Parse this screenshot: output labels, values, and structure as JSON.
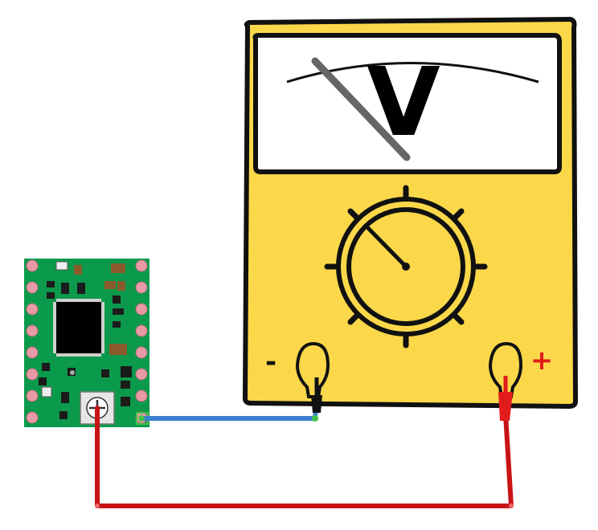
{
  "meter": {
    "unit_symbol": "V",
    "negative_label": "-",
    "positive_label": "+",
    "body_color": "#fbd84a",
    "display_color": "#ffffff"
  },
  "board": {
    "pcb_color": "#0b9a4b",
    "pad_color": "#e89aa6"
  },
  "wires": {
    "probe_to_pot_color": "#c81414",
    "ground_to_meter_color": "#3a7fd0"
  },
  "icons": {
    "selector_knob": "rotary-dial",
    "potentiometer": "trimpot"
  }
}
